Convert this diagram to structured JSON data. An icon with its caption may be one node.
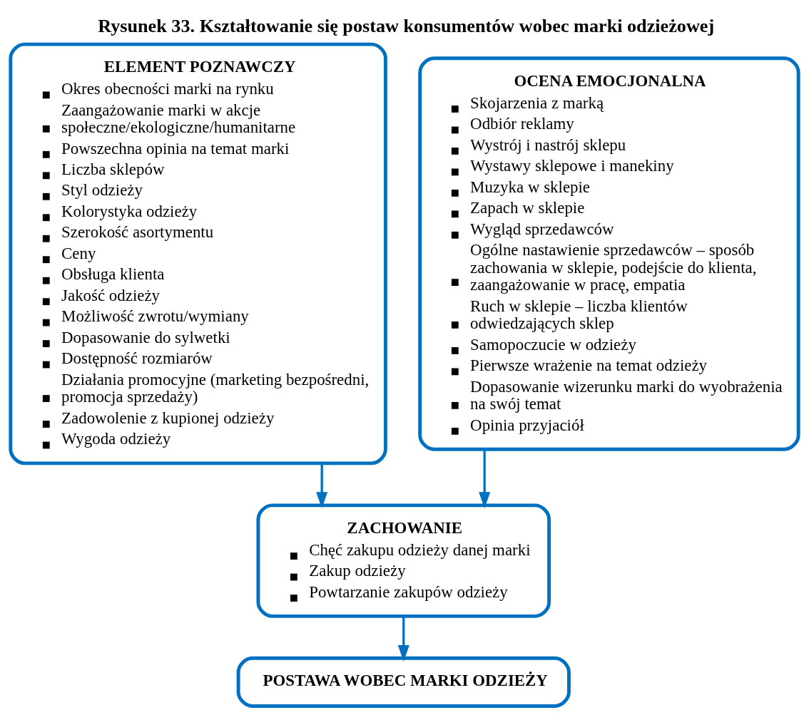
{
  "diagram": {
    "title": "Rysunek 33. Kształtowanie się postaw konsumentów wobec marki odzieżowej",
    "nodes": [
      {
        "text": [
          "ELEMENT POZNAWCZY",
          "Okres obecności marki na rynku",
          "Zaangażowanie marki w akcje społeczne/ekologiczne/humanitarne",
          "Powszechna opinia na temat marki",
          "Liczba sklepów",
          "Styl odzieży",
          "Kolorystyka odzieży",
          "Szerokość asortymentu",
          "Ceny",
          "Obsługa klienta",
          "Jakość odzieży",
          "Możliwość zwrotu/wymiany",
          "Dopasowanie do sylwetki",
          "Dostępność rozmiarów",
          "Działania promocyjne (marketing bezpośredni, promocja sprzedaży)",
          "Zadowolenie z kupionej odzieży",
          "Wygoda odzieży"
        ]
      },
      {
        "text": [
          "OCENA EMOCJONALNA",
          "Skojarzenia z marką",
          "Odbiór reklamy",
          "Wystrój i nastrój sklepu",
          "Wystawy sklepowe i manekiny",
          "Muzyka w sklepie",
          "Zapach w sklepie",
          "Wygląd sprzedawców",
          "Ogólne nastawienie sprzedawców – sposób zachowania w sklepie, podejście do klienta, zaangażowanie w pracę, empatia",
          "Ruch w sklepie – liczba klientów odwiedzających sklep",
          "Samopoczucie w odzieży",
          "Pierwsze wrażenie na temat odzieży",
          "Dopasowanie wizerunku marki do wyobrażenia na swój temat",
          "Opinia przyjaciół"
        ]
      },
      {
        "text": [
          "ZACHOWANIE",
          "Chęć zakupu odzieży danej marki",
          "Zakup odzieży",
          "Powtarzanie zakupów odzieży"
        ]
      },
      {
        "text": [
          "POSTAWA WOBEC MARKI ODZIEŻY"
        ]
      }
    ],
    "edges": [
      {
        "from": 0,
        "to": 2,
        "arrow": "to"
      },
      {
        "from": 1,
        "to": 2,
        "arrow": "to"
      },
      {
        "from": 2,
        "to": 3,
        "arrow": "to"
      }
    ]
  }
}
